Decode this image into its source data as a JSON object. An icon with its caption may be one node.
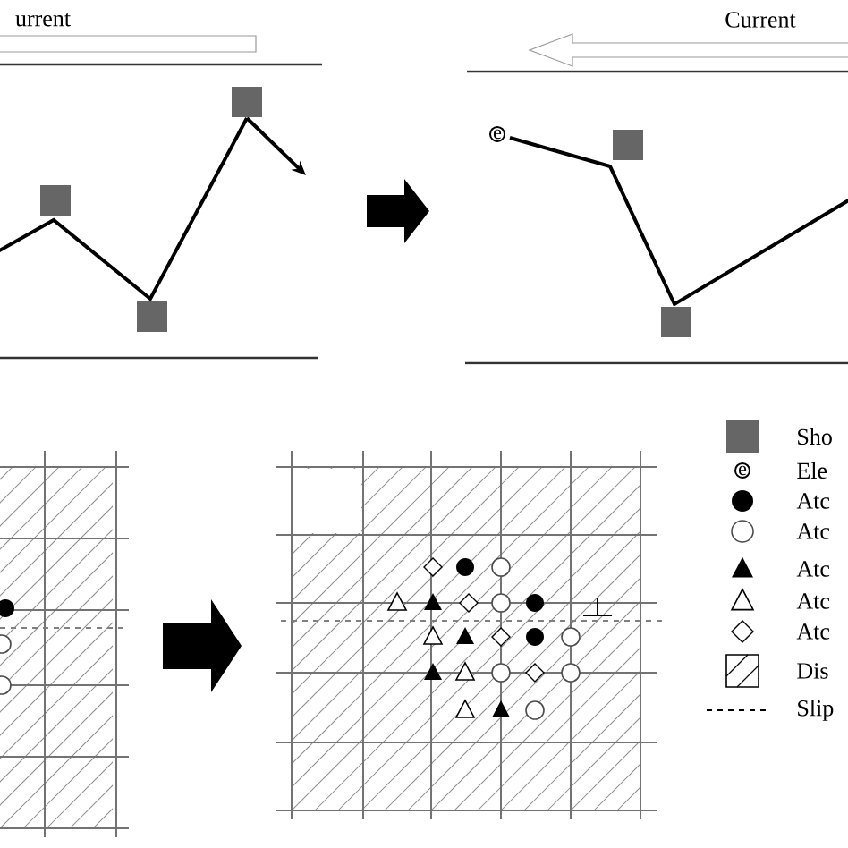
{
  "diagram": {
    "labels": [
      "urrent",
      "Current",
      "e",
      "e"
    ],
    "legend": [
      {
        "text": "Sho",
        "color": "#666666"
      },
      {
        "text": "Ele"
      },
      {
        "text": "Atc"
      },
      {
        "text": "Atc"
      },
      {
        "text": "Atc"
      },
      {
        "text": "Atc"
      },
      {
        "text": "Atc"
      },
      {
        "text": "Dis"
      },
      {
        "text": "Slip"
      }
    ]
  }
}
